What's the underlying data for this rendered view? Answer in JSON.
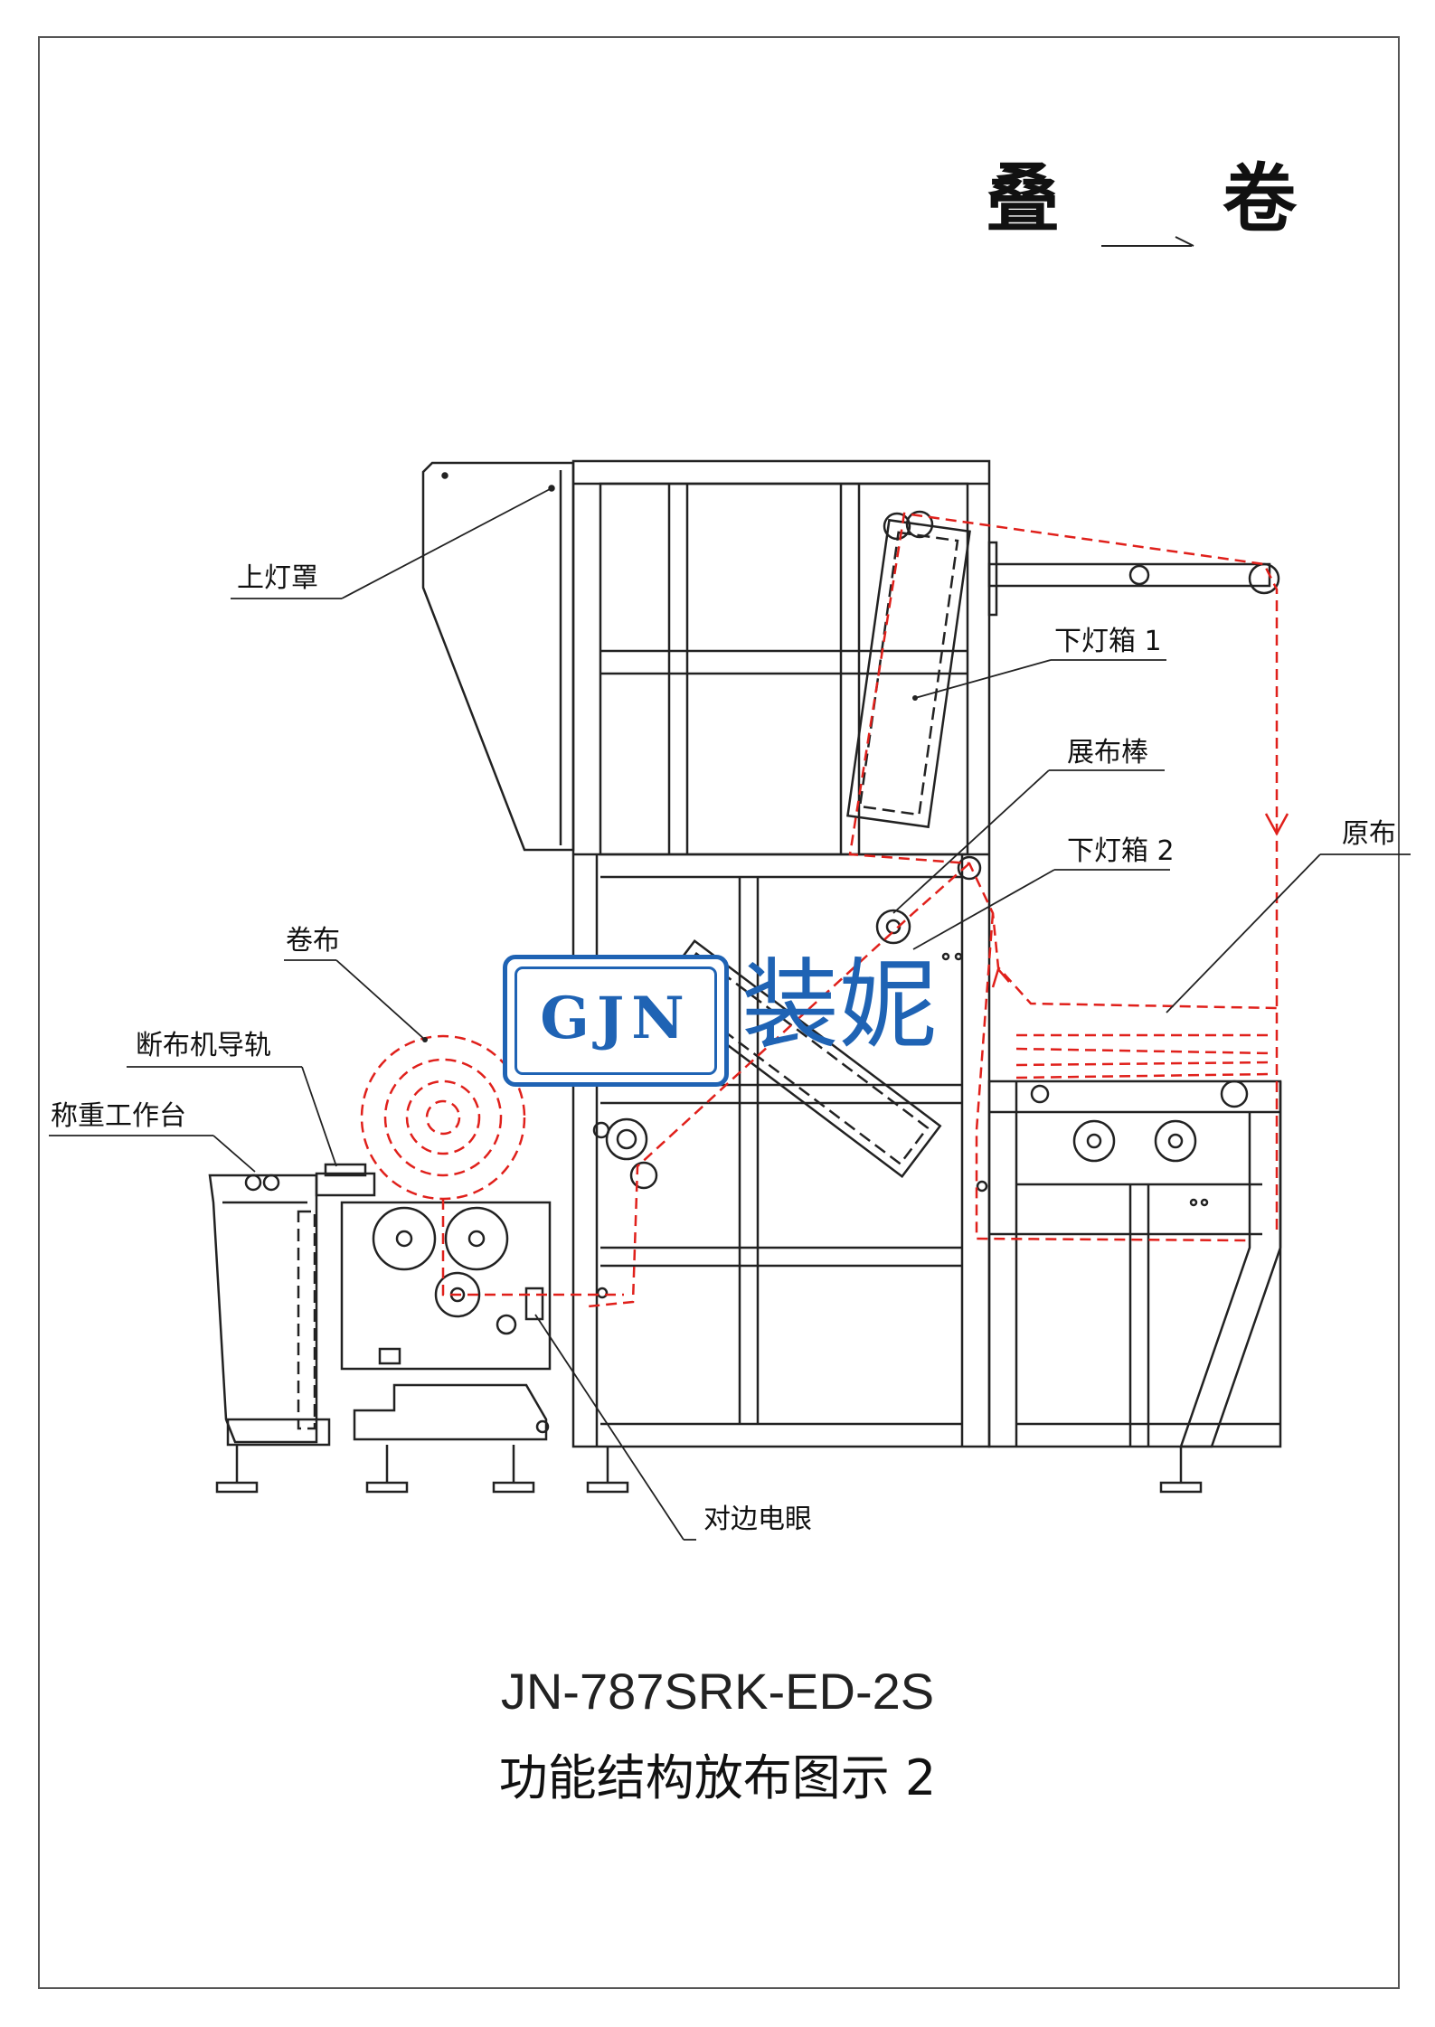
{
  "heading": {
    "char_left": "叠",
    "char_right": "卷"
  },
  "labels": {
    "upper_lamp_cover": "上灯罩",
    "lower_lightbox_1": "下灯箱 1",
    "spreader_bar": "展布棒",
    "lower_lightbox_2": "下灯箱 2",
    "raw_fabric": "原布",
    "fabric_roll": "卷布",
    "cutter_guide_rail": "断布机导轨",
    "weighing_table": "称重工作台",
    "edge_sensor": "对边电眼"
  },
  "logo": {
    "latin": "GJN",
    "cjk": "装妮",
    "color": "#1f63b4"
  },
  "model": "JN-787SRK-ED-2S",
  "caption": "功能结构放布图示 2",
  "colors": {
    "line": "#222222",
    "fabric_path": "#e0201b",
    "logo": "#1f63b4"
  }
}
